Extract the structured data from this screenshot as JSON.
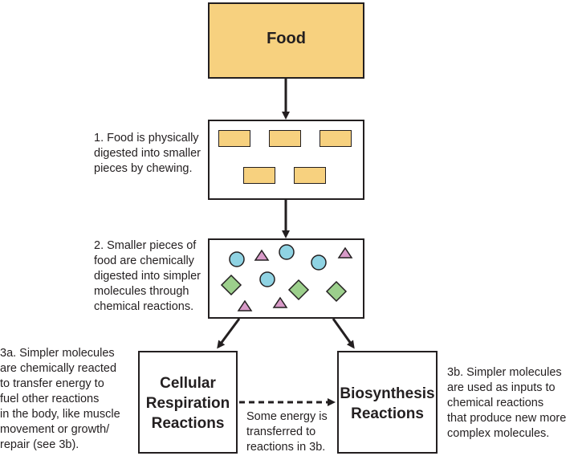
{
  "food_label": "Food",
  "captions": {
    "step1": "1. Food is physically\ndigested into smaller\npieces by chewing.",
    "step2": "2. Smaller pieces of\nfood are chemically\ndigested into simpler\nmolecules through\nchemical reactions.",
    "step3a": "3a. Simpler molecules\nare chemically reacted\nto transfer energy to\nfuel other reactions\nin the body, like muscle\nmovement or growth/\nrepair (see 3b).",
    "step3b": "3b. Simpler molecules\nare used as inputs to\nchemical reactions\nthat produce new more\ncomplex molecules.",
    "energy_transfer": "Some energy is\ntransferred to\nreactions in 3b."
  },
  "boxes": {
    "respiration": "Cellular\nRespiration\nReactions",
    "biosynthesis": "Biosynthesis\nReactions"
  },
  "colors": {
    "food": "#f7d17f",
    "circle": "#8fd3e3",
    "triangle": "#d89ac8",
    "diamond": "#9ccf8c",
    "stroke": "#231f20"
  }
}
